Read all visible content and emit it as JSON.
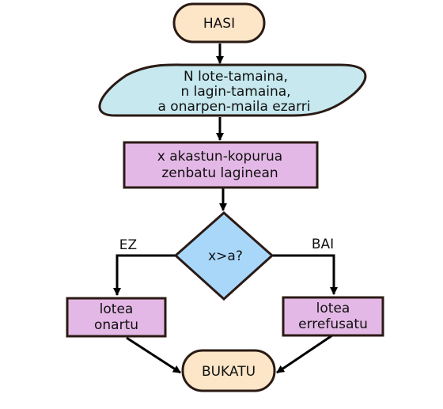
{
  "nodes": {
    "start": {
      "label": "HASI"
    },
    "input": {
      "lines": [
        "N lote-tamaina,",
        "n lagin-tamaina,",
        "a onarpen-maila ezarri"
      ]
    },
    "count": {
      "lines": [
        "x akastun-kopurua",
        "zenbatu laginean"
      ]
    },
    "decision": {
      "label": "x>a?"
    },
    "accept": {
      "lines": [
        "lotea",
        "onartu"
      ]
    },
    "reject": {
      "lines": [
        "lotea",
        "errefusatu"
      ]
    },
    "end": {
      "label": "BUKATU"
    }
  },
  "edges": {
    "no_label": "EZ",
    "yes_label": "BAI"
  },
  "colors": {
    "terminal_fill": "#fde5c8",
    "io_fill": "#c6e8ee",
    "process_fill": "#e4b8e6",
    "decision_fill": "#a9d7f9",
    "stroke": "#2a1a14",
    "arrow": "#000000"
  }
}
